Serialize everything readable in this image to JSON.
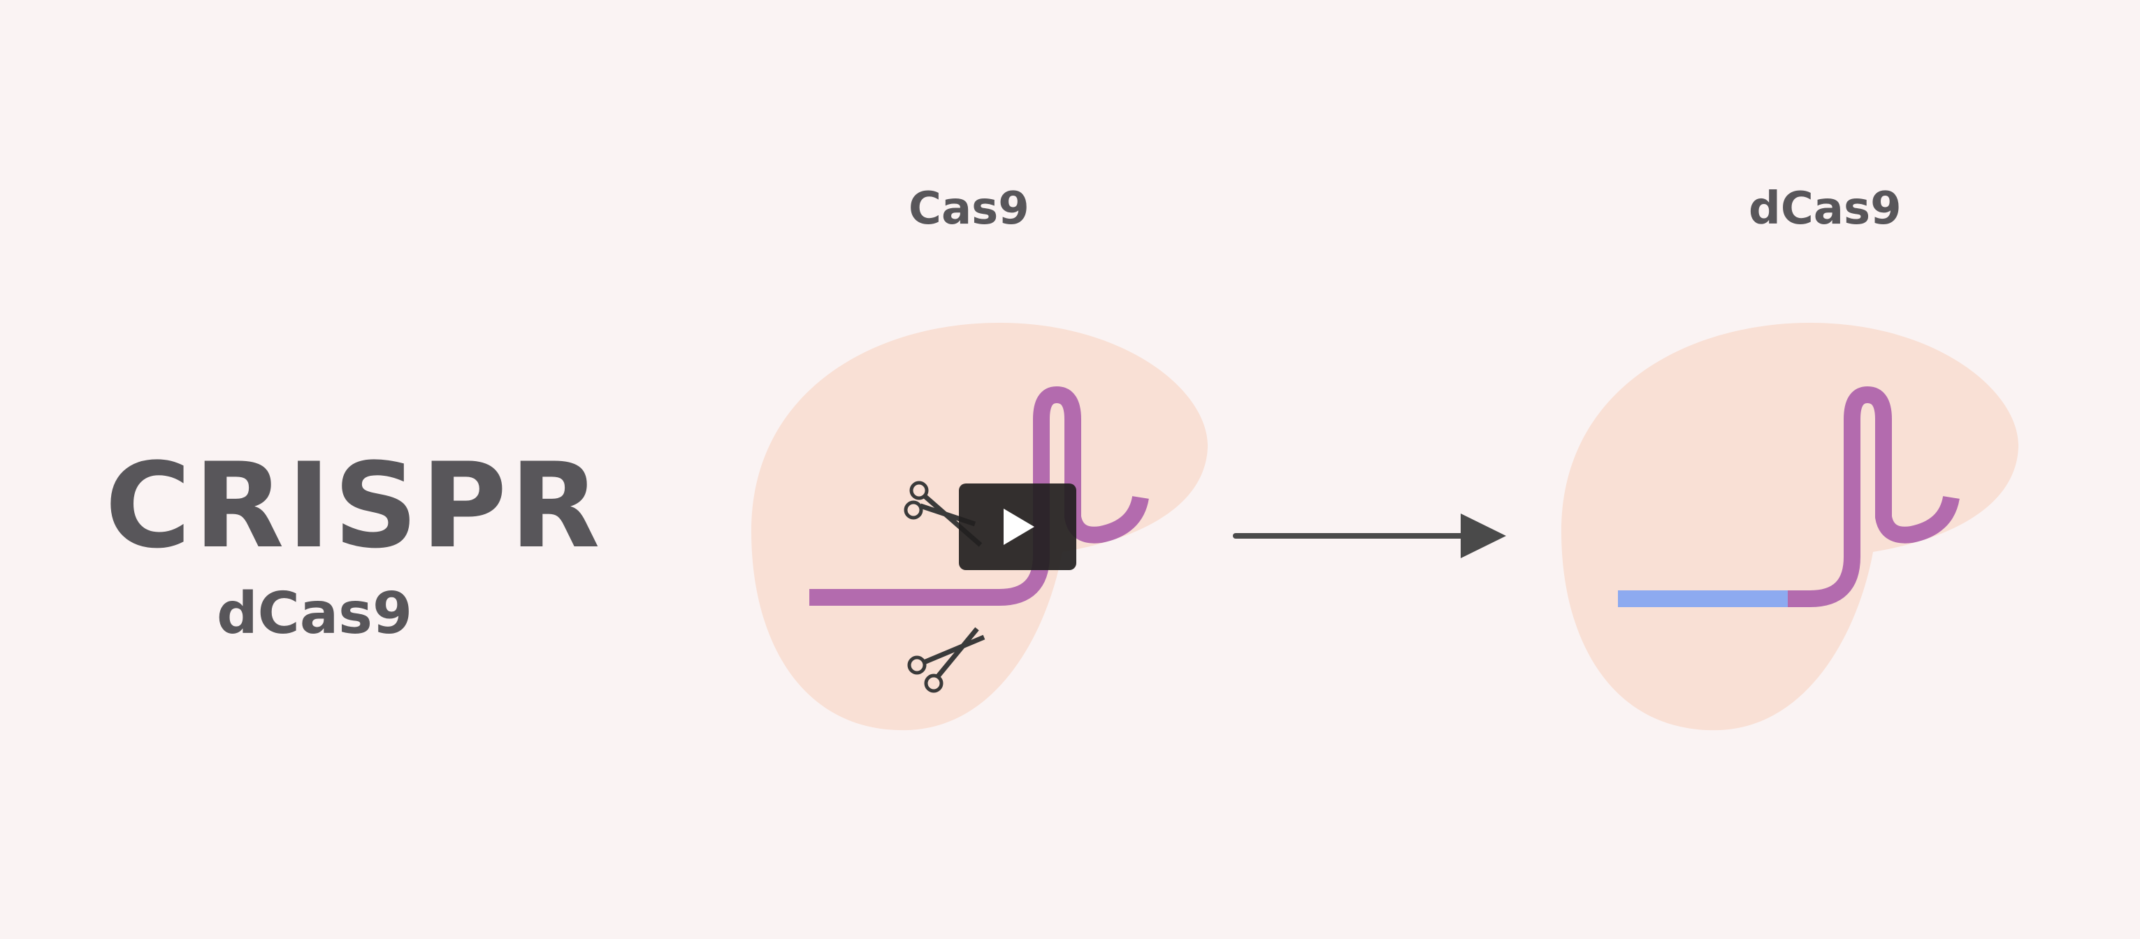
{
  "video": {
    "title": "CRISPR",
    "subtitle": "dCas9",
    "panels": [
      {
        "label": "Cas9"
      },
      {
        "label": "dCas9"
      }
    ]
  },
  "player": {
    "play_icon": "play-icon"
  },
  "icons": {
    "cut": "scissors-icon",
    "transition": "arrow-right-icon"
  },
  "colors": {
    "background": "#faf3f3",
    "protein": "#f9e0d5",
    "guide_rna": "#b36bae",
    "target_dna": "#8daaf0",
    "text": "#58565a",
    "arrow": "#4a4a4a",
    "play_button": "#221f1f"
  }
}
